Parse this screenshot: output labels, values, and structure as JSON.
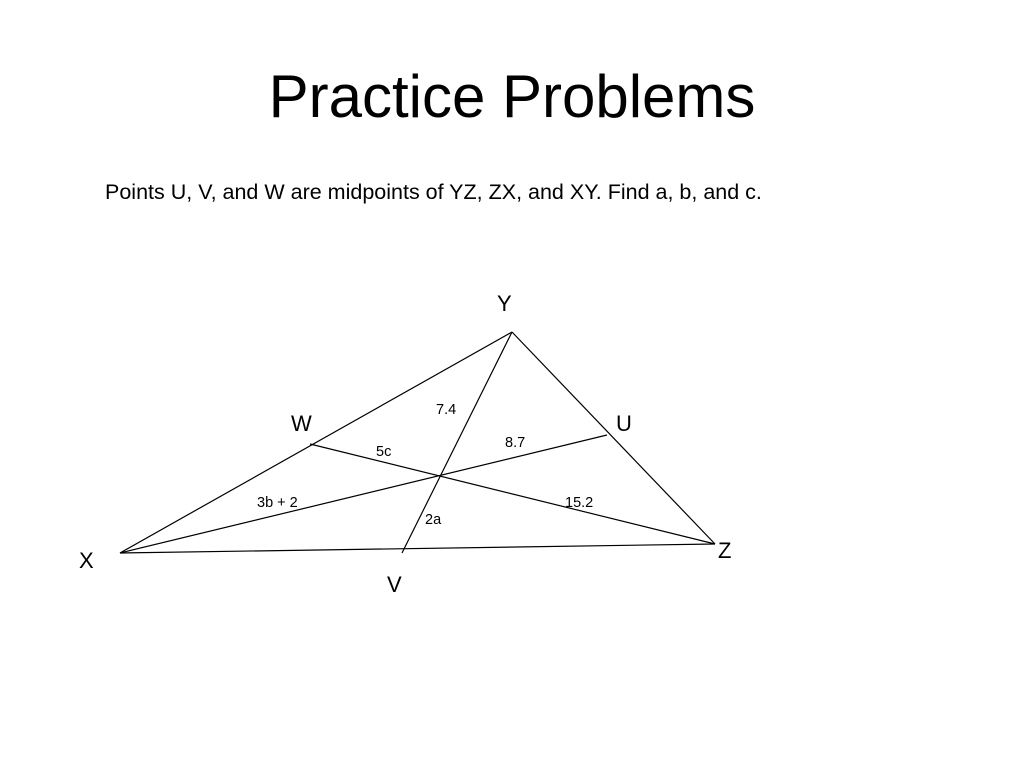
{
  "slide": {
    "title": "Practice Problems",
    "problem": "Points U, V, and W are midpoints of YZ, ZX, and XY. Find a, b, and c."
  },
  "diagram": {
    "vertices": {
      "X": "X",
      "Y": "Y",
      "Z": "Z",
      "U": "U",
      "V": "V",
      "W": "W"
    },
    "segment_labels": {
      "YG": "7.4",
      "GV": "2a",
      "WG": "5c",
      "GZ": "15.2",
      "GU": "8.7",
      "XG": "3b + 2"
    }
  }
}
